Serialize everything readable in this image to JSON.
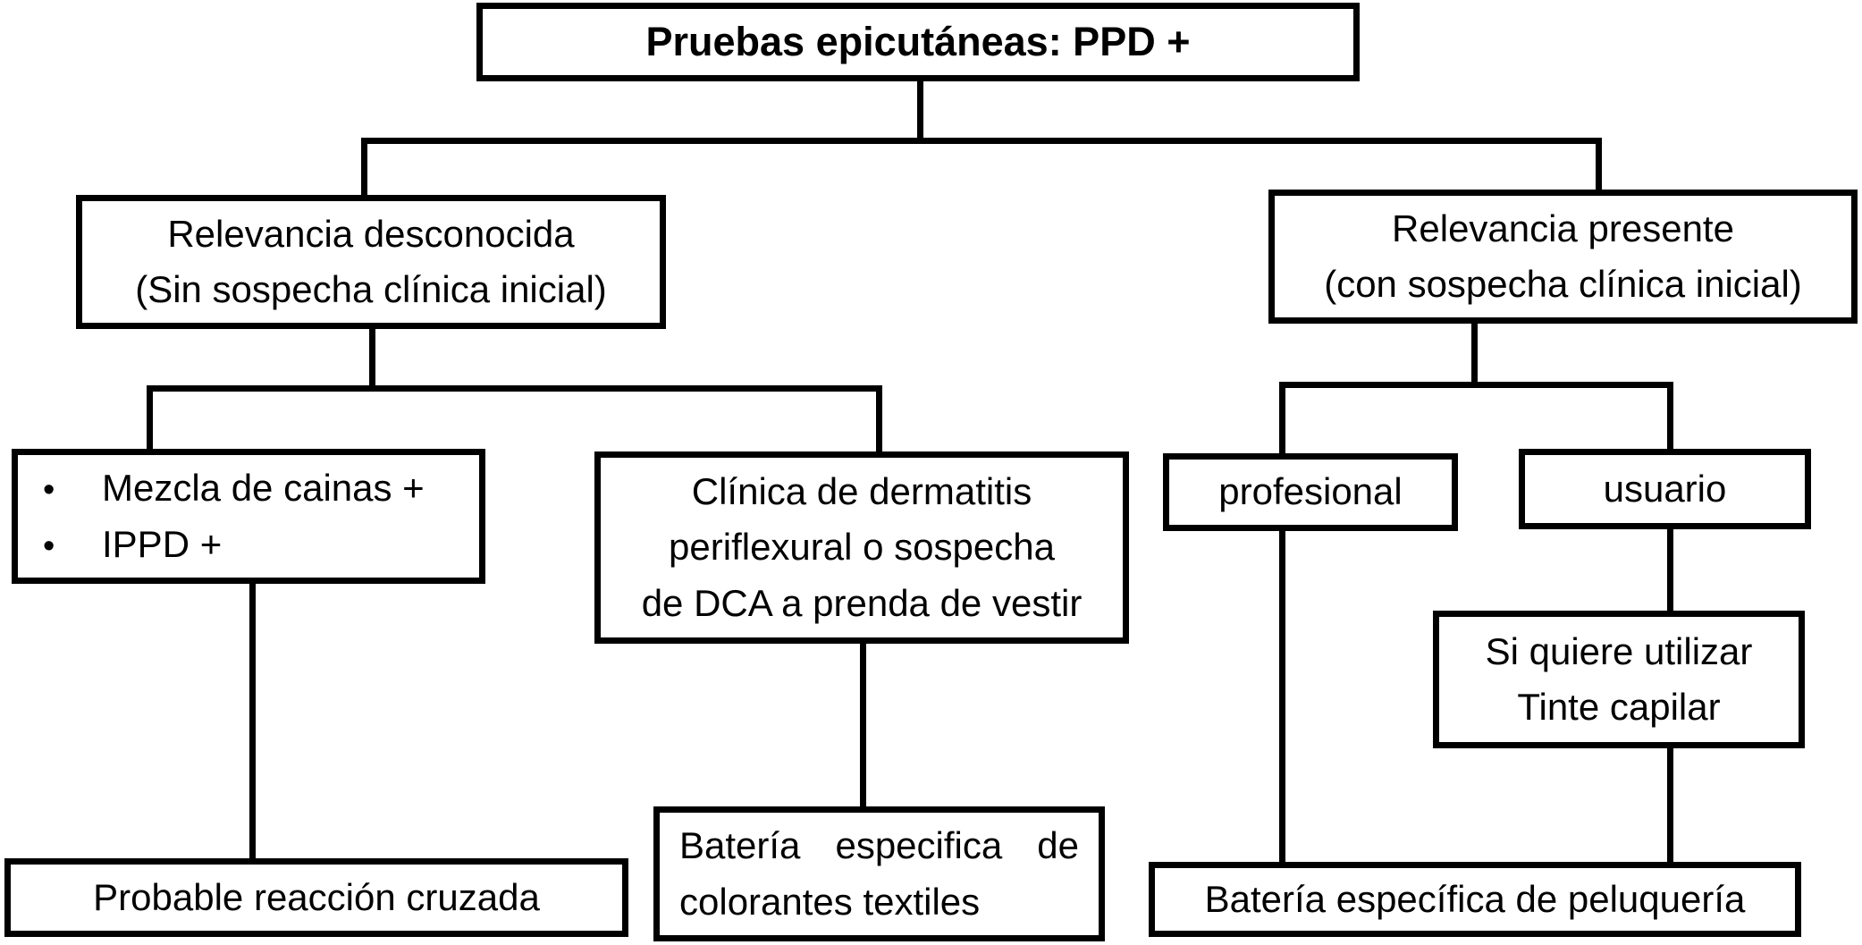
{
  "colors": {
    "background": "#ffffff",
    "line": "#000000",
    "text": "#000000"
  },
  "flowchart": {
    "root": {
      "label": "Pruebas epicutáneas: PPD +"
    },
    "unknown_relevance": {
      "line1": "Relevancia desconocida",
      "line2": "(Sin sospecha clínica inicial)"
    },
    "present_relevance": {
      "line1": "Relevancia presente",
      "line2": "(con sospecha clínica inicial)"
    },
    "cross_reactors": {
      "bullet": "•",
      "item1": "Mezcla de cainas +",
      "item2": "IPPD +"
    },
    "dermatitis_clinic": {
      "line1": "Clínica de dermatitis",
      "line2": "periflexural o sospecha",
      "line3": "de DCA a prenda de vestir"
    },
    "professional": {
      "label": "profesional"
    },
    "user": {
      "label": "usuario"
    },
    "hair_dye": {
      "line1": "Si quiere utilizar",
      "line2": "Tinte capilar"
    },
    "cross_reaction": {
      "label": "Probable reacción cruzada"
    },
    "textile_battery": {
      "text": "Batería especifica de colorantes textiles"
    },
    "hairdressing_battery": {
      "label": "Batería específica de peluquería"
    }
  }
}
